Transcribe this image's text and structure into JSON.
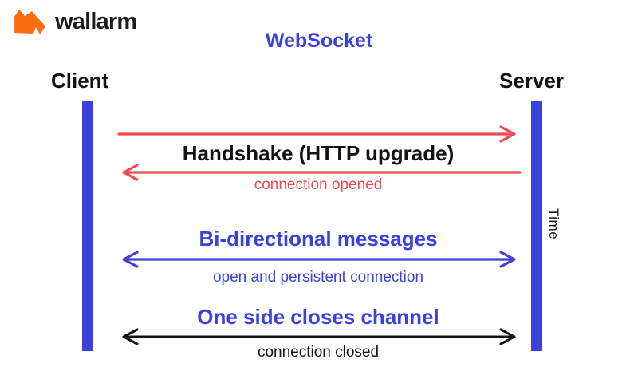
{
  "brand": {
    "name": "wallarm"
  },
  "diagram": {
    "title": "WebSocket",
    "client_label": "Client",
    "server_label": "Server",
    "time_axis_label": "Time",
    "messages": [
      {
        "name": "handshake",
        "label": "Handshake (HTTP upgrade)",
        "caption": "connection opened",
        "request_direction": "client-to-server",
        "response_direction": "server-to-client",
        "arrow_color": "#EF4A4F"
      },
      {
        "name": "bidirectional",
        "label": "Bi-directional messages",
        "caption": "open and persistent connection",
        "direction": "both",
        "arrow_color": "#3B41DB"
      },
      {
        "name": "close",
        "label": "One side closes channel",
        "caption": "connection closed",
        "direction": "both",
        "arrow_color": "#121212"
      }
    ]
  },
  "colors": {
    "accent_blue": "#3B41DB",
    "accent_red": "#EF4A4F",
    "text_black": "#121212",
    "brand_orange": "#FB6E14",
    "background": "#FFFFFF"
  }
}
